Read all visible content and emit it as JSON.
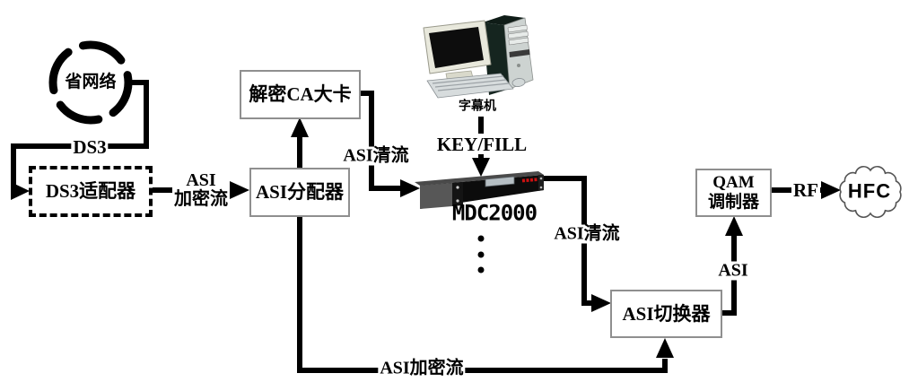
{
  "nodes": {
    "provincial_network": "省网络",
    "ds3_adapter": "DS3适配器",
    "ca_card": "解密CA大卡",
    "asi_distributor": "ASI分配器",
    "subtitle_machine": "字幕机",
    "mdc2000": "MDC2000",
    "asi_switcher": "ASI切换器",
    "qam_modulator_line1": "QAM",
    "qam_modulator_line2": "调制器",
    "hfc": "HFC"
  },
  "edge_labels": {
    "ds3": "DS3",
    "asi_encrypted_line1": "ASI",
    "asi_encrypted_line2": "加密流",
    "asi_clear_left": "ASI清流",
    "key_fill": "KEY/FILL",
    "asi_clear_right": "ASI清流",
    "asi": "ASI",
    "rf": "RF",
    "asi_encrypted_bottom": "ASI加密流"
  },
  "colors": {
    "line": "#000000",
    "box_border": "#8f8f8f",
    "background": "#ffffff",
    "led_red": "#cc1111",
    "device_body": "#0c0c0c"
  }
}
